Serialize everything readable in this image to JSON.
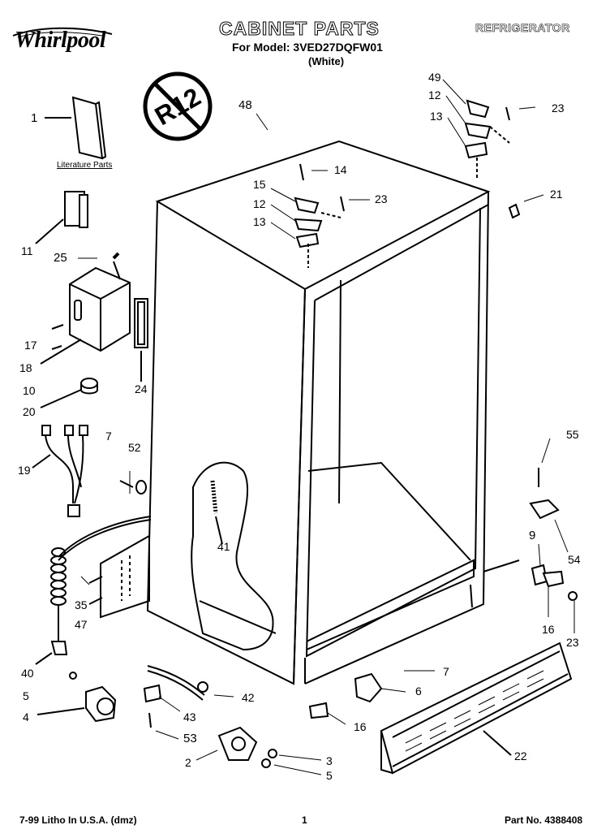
{
  "header": {
    "brand": "Whirlpool",
    "title": "CABINET PARTS",
    "category": "REFRIGERATOR",
    "model_line": "For Model: 3VED27DQFW01",
    "color_line": "(White)"
  },
  "badge": {
    "text": "R12"
  },
  "literature_label": "Literature Parts",
  "callouts": [
    "1",
    "48",
    "49",
    "12",
    "23",
    "13",
    "14",
    "15",
    "12",
    "23",
    "21",
    "13",
    "11",
    "25",
    "17",
    "18",
    "10",
    "24",
    "20",
    "7",
    "52",
    "55",
    "19",
    "41",
    "9",
    "54",
    "35",
    "47",
    "16",
    "23",
    "40",
    "7",
    "5",
    "6",
    "42",
    "4",
    "43",
    "16",
    "53",
    "22",
    "2",
    "3",
    "5"
  ],
  "footer": {
    "left": "7-99 Litho In U.S.A. (dmz)",
    "center": "1",
    "right": "Part No. 4388408"
  }
}
